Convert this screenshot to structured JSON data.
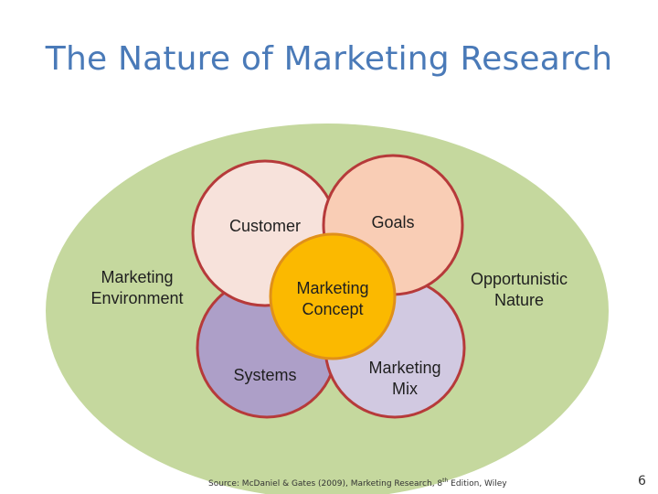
{
  "slide": {
    "title": "The Nature of Marketing Research",
    "page_number": "6"
  },
  "diagram": {
    "outer": {
      "label": "Marketing Environment",
      "fill": "#c5d89e"
    },
    "left_label": "Marketing\nEnvironment",
    "right_label": "Opportunistic\nNature",
    "center": {
      "label": "Marketing\nConcept",
      "fill": "#fbb900",
      "stroke": "#e0901a"
    },
    "circles": {
      "customer": {
        "label": "Customer",
        "fill": "#f7e2db"
      },
      "goals": {
        "label": "Goals",
        "fill": "#f9cdb5"
      },
      "systems": {
        "label": "Systems",
        "fill": "#ad9fc8"
      },
      "marketing_mix": {
        "label": "Marketing\nMix",
        "fill": "#d1c9e1"
      },
      "stroke": "#b63a3a"
    }
  },
  "source": {
    "prefix": "Source: McDaniel  & Gates (2009), Marketing Research, 8",
    "superscript": "th",
    "suffix": " Edition, Wiley"
  }
}
